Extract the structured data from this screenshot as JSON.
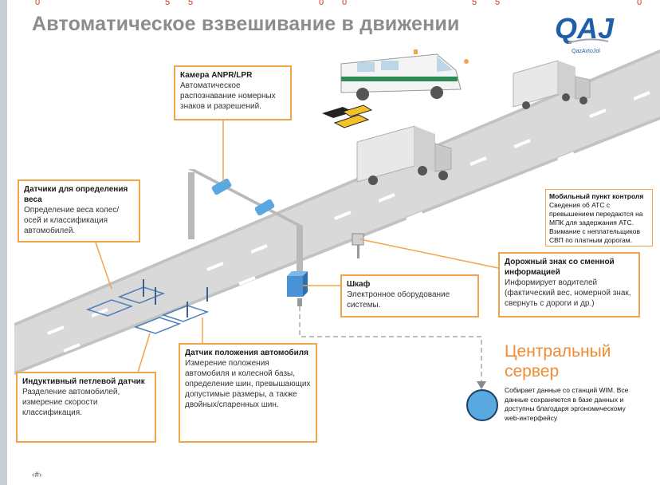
{
  "top_markers": [
    "0",
    "5",
    "5",
    "0",
    "0",
    "5",
    "5",
    "0"
  ],
  "title": "Автоматическое взвешивание в движении",
  "logo": {
    "main": "QAJ",
    "sub": "QazAvtoJol"
  },
  "callouts": {
    "camera": {
      "title": "Камера ANPR/LPR",
      "text": "Автоматическое распознавание номерных знаков и разрешений."
    },
    "sensors": {
      "title": "Датчики для определения веса",
      "text": "Определение веса колес/осей и классификация автомобилей."
    },
    "cabinet": {
      "title": "Шкаф",
      "text": "Электронное оборудование системы."
    },
    "sign": {
      "title": "Дорожный знак со сменной информацией",
      "text": "Информирует водителей (фактический вес, номерной знак, свернуть с дороги и др.)"
    },
    "position": {
      "title": "Датчик положения автомобиля",
      "text": "Измерение положения автомобиля и колесной базы, определение шин, превышающих допустимые размеры, а также двойных/спаренных шин."
    },
    "loop": {
      "title": "Индуктивный петлевой датчик",
      "text": "Разделение автомобилей, измерение скорости классификация."
    }
  },
  "mobile_point": {
    "title": "Мобильный пункт контроля",
    "text": "Сведения об АТС с превышением передаются на МПК для задержания АТС. Взимание с неплательщиков СВП по платным дорогам."
  },
  "server": {
    "title_line1": "Центральный",
    "title_line2": "сервер",
    "text": "Собирает данные со станций WIM. Все данные сохраняются в базе данных и доступны благодаря эргономическому web-интерфейсу"
  },
  "page_number": "‹#›",
  "colors": {
    "accent": "#f0a54a",
    "road": "#d9d9d9",
    "server_blue": "#5aa8e0",
    "title_gray": "#8c8c8c",
    "logo_blue": "#1f5fa8"
  }
}
